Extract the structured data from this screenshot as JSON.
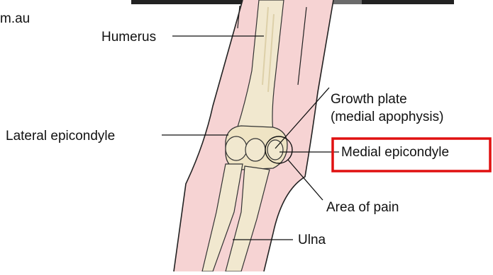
{
  "watermark_fragment": "m.au",
  "labels": {
    "humerus": "Humerus",
    "lateral_epicondyle": "Lateral epicondyle",
    "growth_plate_line1": "Growth plate",
    "growth_plate_line2": "(medial apophysis)",
    "medial_epicondyle": "Medial epicondyle",
    "area_of_pain": "Area of pain",
    "ulna": "Ulna"
  },
  "colors": {
    "skin": "#f6d3d3",
    "skin_outline": "#222222",
    "bone": "#f1e8cf",
    "bone_shade": "#ddd0a9",
    "highlight_box": "#e01010",
    "leader_line": "#111111",
    "top_bar": "#222222"
  }
}
